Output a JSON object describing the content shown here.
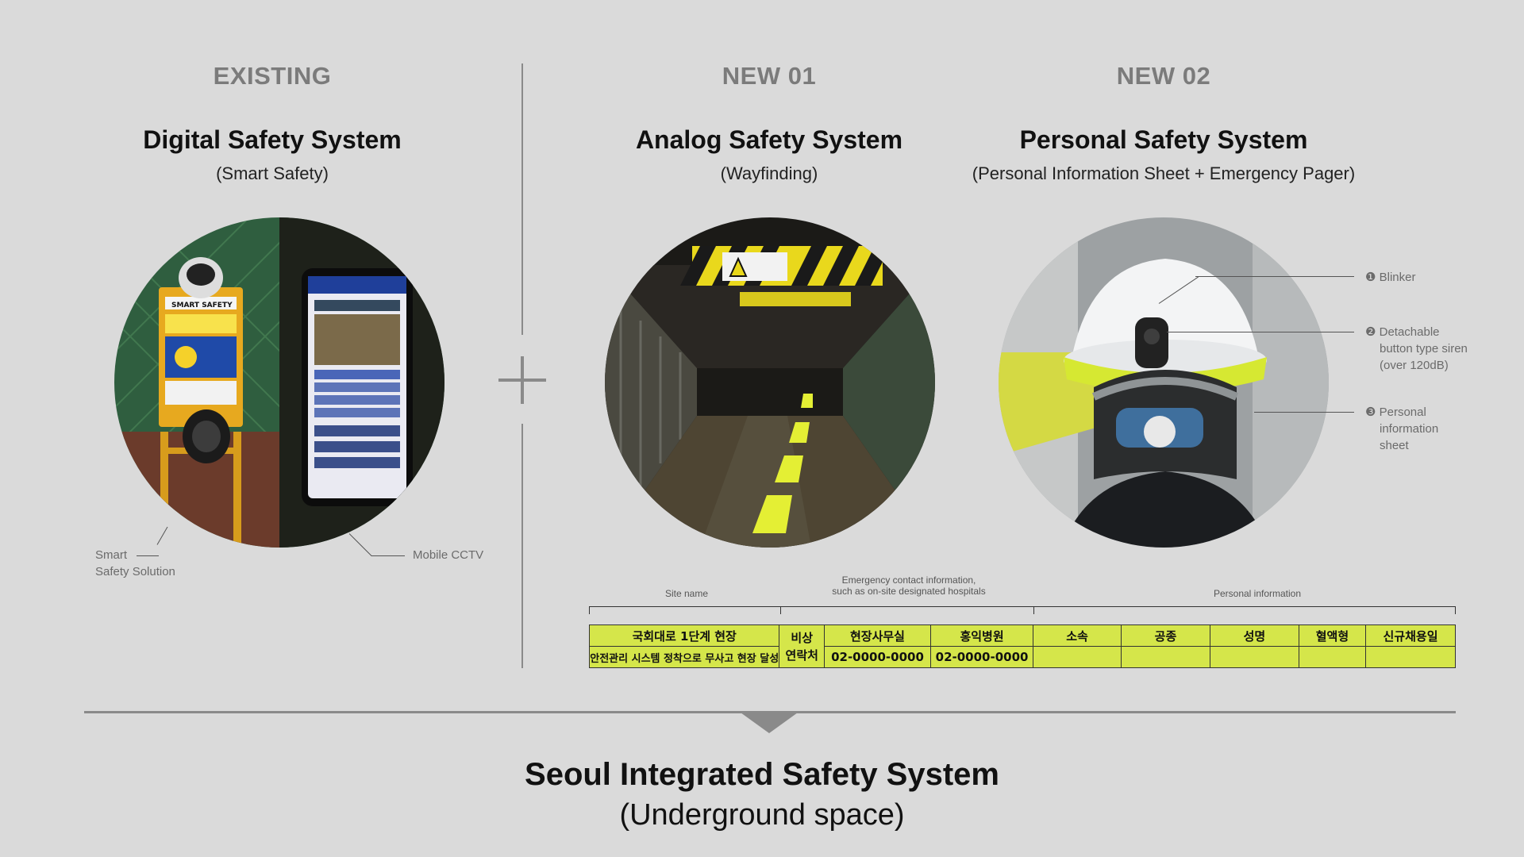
{
  "columns": {
    "existing": {
      "tag": "EXISTING",
      "title": "Digital Safety System",
      "subtitle": "(Smart Safety)"
    },
    "new01": {
      "tag": "NEW 01",
      "title": "Analog Safety System",
      "subtitle": "(Wayfinding)"
    },
    "new02": {
      "tag": "NEW 02",
      "title": "Personal Safety System",
      "subtitle": "(Personal Information Sheet + Emergency Pager)"
    }
  },
  "existing_labels": {
    "smart_1": "Smart",
    "smart_2": "Safety Solution",
    "mobile": "Mobile CCTV",
    "phone_text": "SMART SAFETY"
  },
  "helmet_labels": [
    {
      "num": "❶",
      "lines": [
        "Blinker"
      ]
    },
    {
      "num": "❷",
      "lines": [
        "Detachable",
        "button type siren",
        "(over 120dB)"
      ]
    },
    {
      "num": "❸",
      "lines": [
        "Personal",
        "information",
        "sheet"
      ]
    }
  ],
  "sheet": {
    "site_name_label": "Site name",
    "emergency_label_1": "Emergency contact information,",
    "emergency_label_2": "such as on-site designated hospitals",
    "personal_label": "Personal information",
    "site_line1": "국회대로 1단계 현장",
    "site_line2": "안전관리 시스템 정착으로 무사고 현장 달성",
    "emergency_1": "비상",
    "emergency_2": "연락처",
    "office": "현장사무실",
    "office_phone": "02-0000-0000",
    "hospital": "홍익병원",
    "hospital_phone": "02-0000-0000",
    "fields": [
      "소속",
      "공종",
      "성명",
      "혈액형",
      "신규채용일"
    ]
  },
  "bottom": {
    "title": "Seoul Integrated Safety System",
    "subtitle": "(Underground space)"
  }
}
